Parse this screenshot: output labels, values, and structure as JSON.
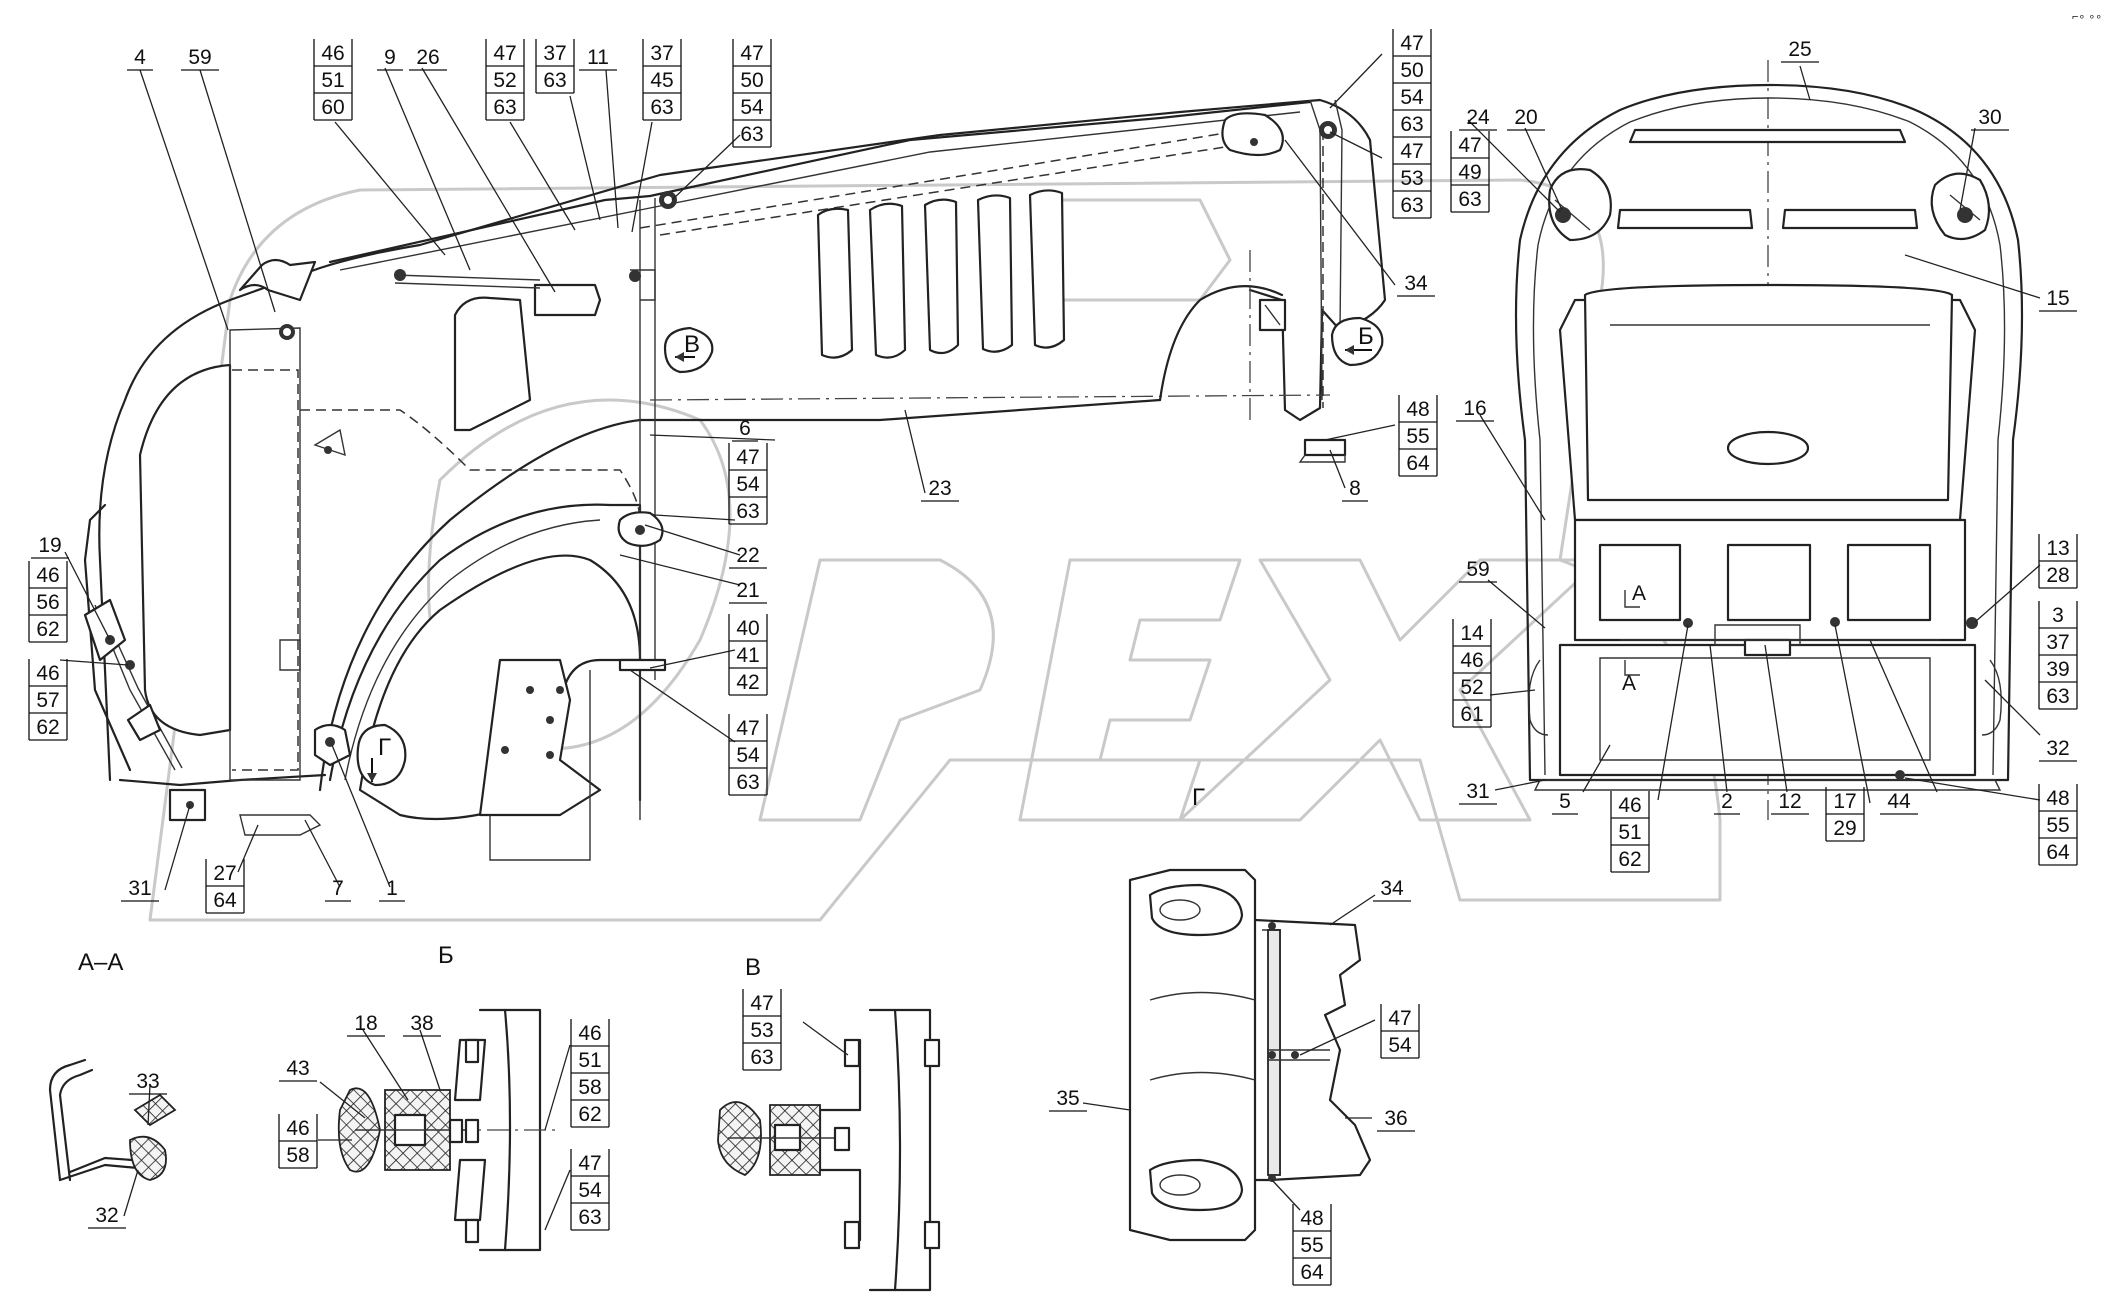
{
  "section_labels": {
    "aa": "А–А",
    "b": "Б",
    "v": "В",
    "g": "Г",
    "view_b": "Б",
    "view_v": "В",
    "view_g": "Г",
    "cut_a1": "А",
    "cut_a2": "А"
  },
  "callouts": {
    "c4": [
      "4"
    ],
    "c59": [
      "59"
    ],
    "c46_51_60": [
      "46",
      "51",
      "60"
    ],
    "c9": [
      "9"
    ],
    "c26": [
      "26"
    ],
    "c47_52_63": [
      "47",
      "52",
      "63"
    ],
    "c37_63": [
      "37",
      "63"
    ],
    "c11": [
      "11"
    ],
    "c37_45_63": [
      "37",
      "45",
      "63"
    ],
    "c47_50_54_63a": [
      "47",
      "50",
      "54",
      "63"
    ],
    "c47_50_54_63b": [
      "47",
      "50",
      "54",
      "63"
    ],
    "c47_53_63a": [
      "47",
      "53",
      "63"
    ],
    "c34a": [
      "34"
    ],
    "c48_55_64a": [
      "48",
      "55",
      "64"
    ],
    "c8": [
      "8"
    ],
    "c6": [
      "6"
    ],
    "c47_54_63a": [
      "47",
      "54",
      "63"
    ],
    "c23": [
      "23"
    ],
    "c22": [
      "22"
    ],
    "c21": [
      "21"
    ],
    "c40_41_42": [
      "40",
      "41",
      "42"
    ],
    "c47_54_63b": [
      "47",
      "54",
      "63"
    ],
    "c19": [
      "19"
    ],
    "c46_56_62": [
      "46",
      "56",
      "62"
    ],
    "c46_57_62": [
      "46",
      "57",
      "62"
    ],
    "c31a": [
      "31"
    ],
    "c27_64": [
      "27",
      "64"
    ],
    "c7": [
      "7"
    ],
    "c1": [
      "1"
    ],
    "c25": [
      "25"
    ],
    "c24": [
      "24"
    ],
    "c20": [
      "20"
    ],
    "c47_49_63": [
      "47",
      "49",
      "63"
    ],
    "c30": [
      "30"
    ],
    "c15": [
      "15"
    ],
    "c16": [
      "16"
    ],
    "c59b": [
      "59"
    ],
    "c13_28": [
      "13",
      "28"
    ],
    "c14_46_52_61": [
      "14",
      "46",
      "52",
      "61"
    ],
    "c3_37_39_63": [
      "3",
      "37",
      "39",
      "63"
    ],
    "c32a": [
      "32"
    ],
    "c31b": [
      "31"
    ],
    "c5": [
      "5"
    ],
    "c46_51_62": [
      "46",
      "51",
      "62"
    ],
    "c2": [
      "2"
    ],
    "c12": [
      "12"
    ],
    "c17_29": [
      "17",
      "29"
    ],
    "c44": [
      "44"
    ],
    "c48_55_64b": [
      "48",
      "55",
      "64"
    ],
    "c33": [
      "33"
    ],
    "c32b": [
      "32"
    ],
    "c18": [
      "18"
    ],
    "c38": [
      "38"
    ],
    "c43": [
      "43"
    ],
    "c46_58": [
      "46",
      "58"
    ],
    "c46_51_58_62": [
      "46",
      "51",
      "58",
      "62"
    ],
    "c47_54_63c": [
      "47",
      "54",
      "63"
    ],
    "c47_53_63b": [
      "47",
      "53",
      "63"
    ],
    "c35": [
      "35"
    ],
    "c34b": [
      "34"
    ],
    "c47_54": [
      "47",
      "54"
    ],
    "c36": [
      "36"
    ],
    "c48_55_64c": [
      "48",
      "55",
      "64"
    ]
  },
  "watermark": {
    "text": "ОРЕХ",
    "color": "#c9c9c9"
  },
  "corner_mark": "⌐∘ ∘∘"
}
